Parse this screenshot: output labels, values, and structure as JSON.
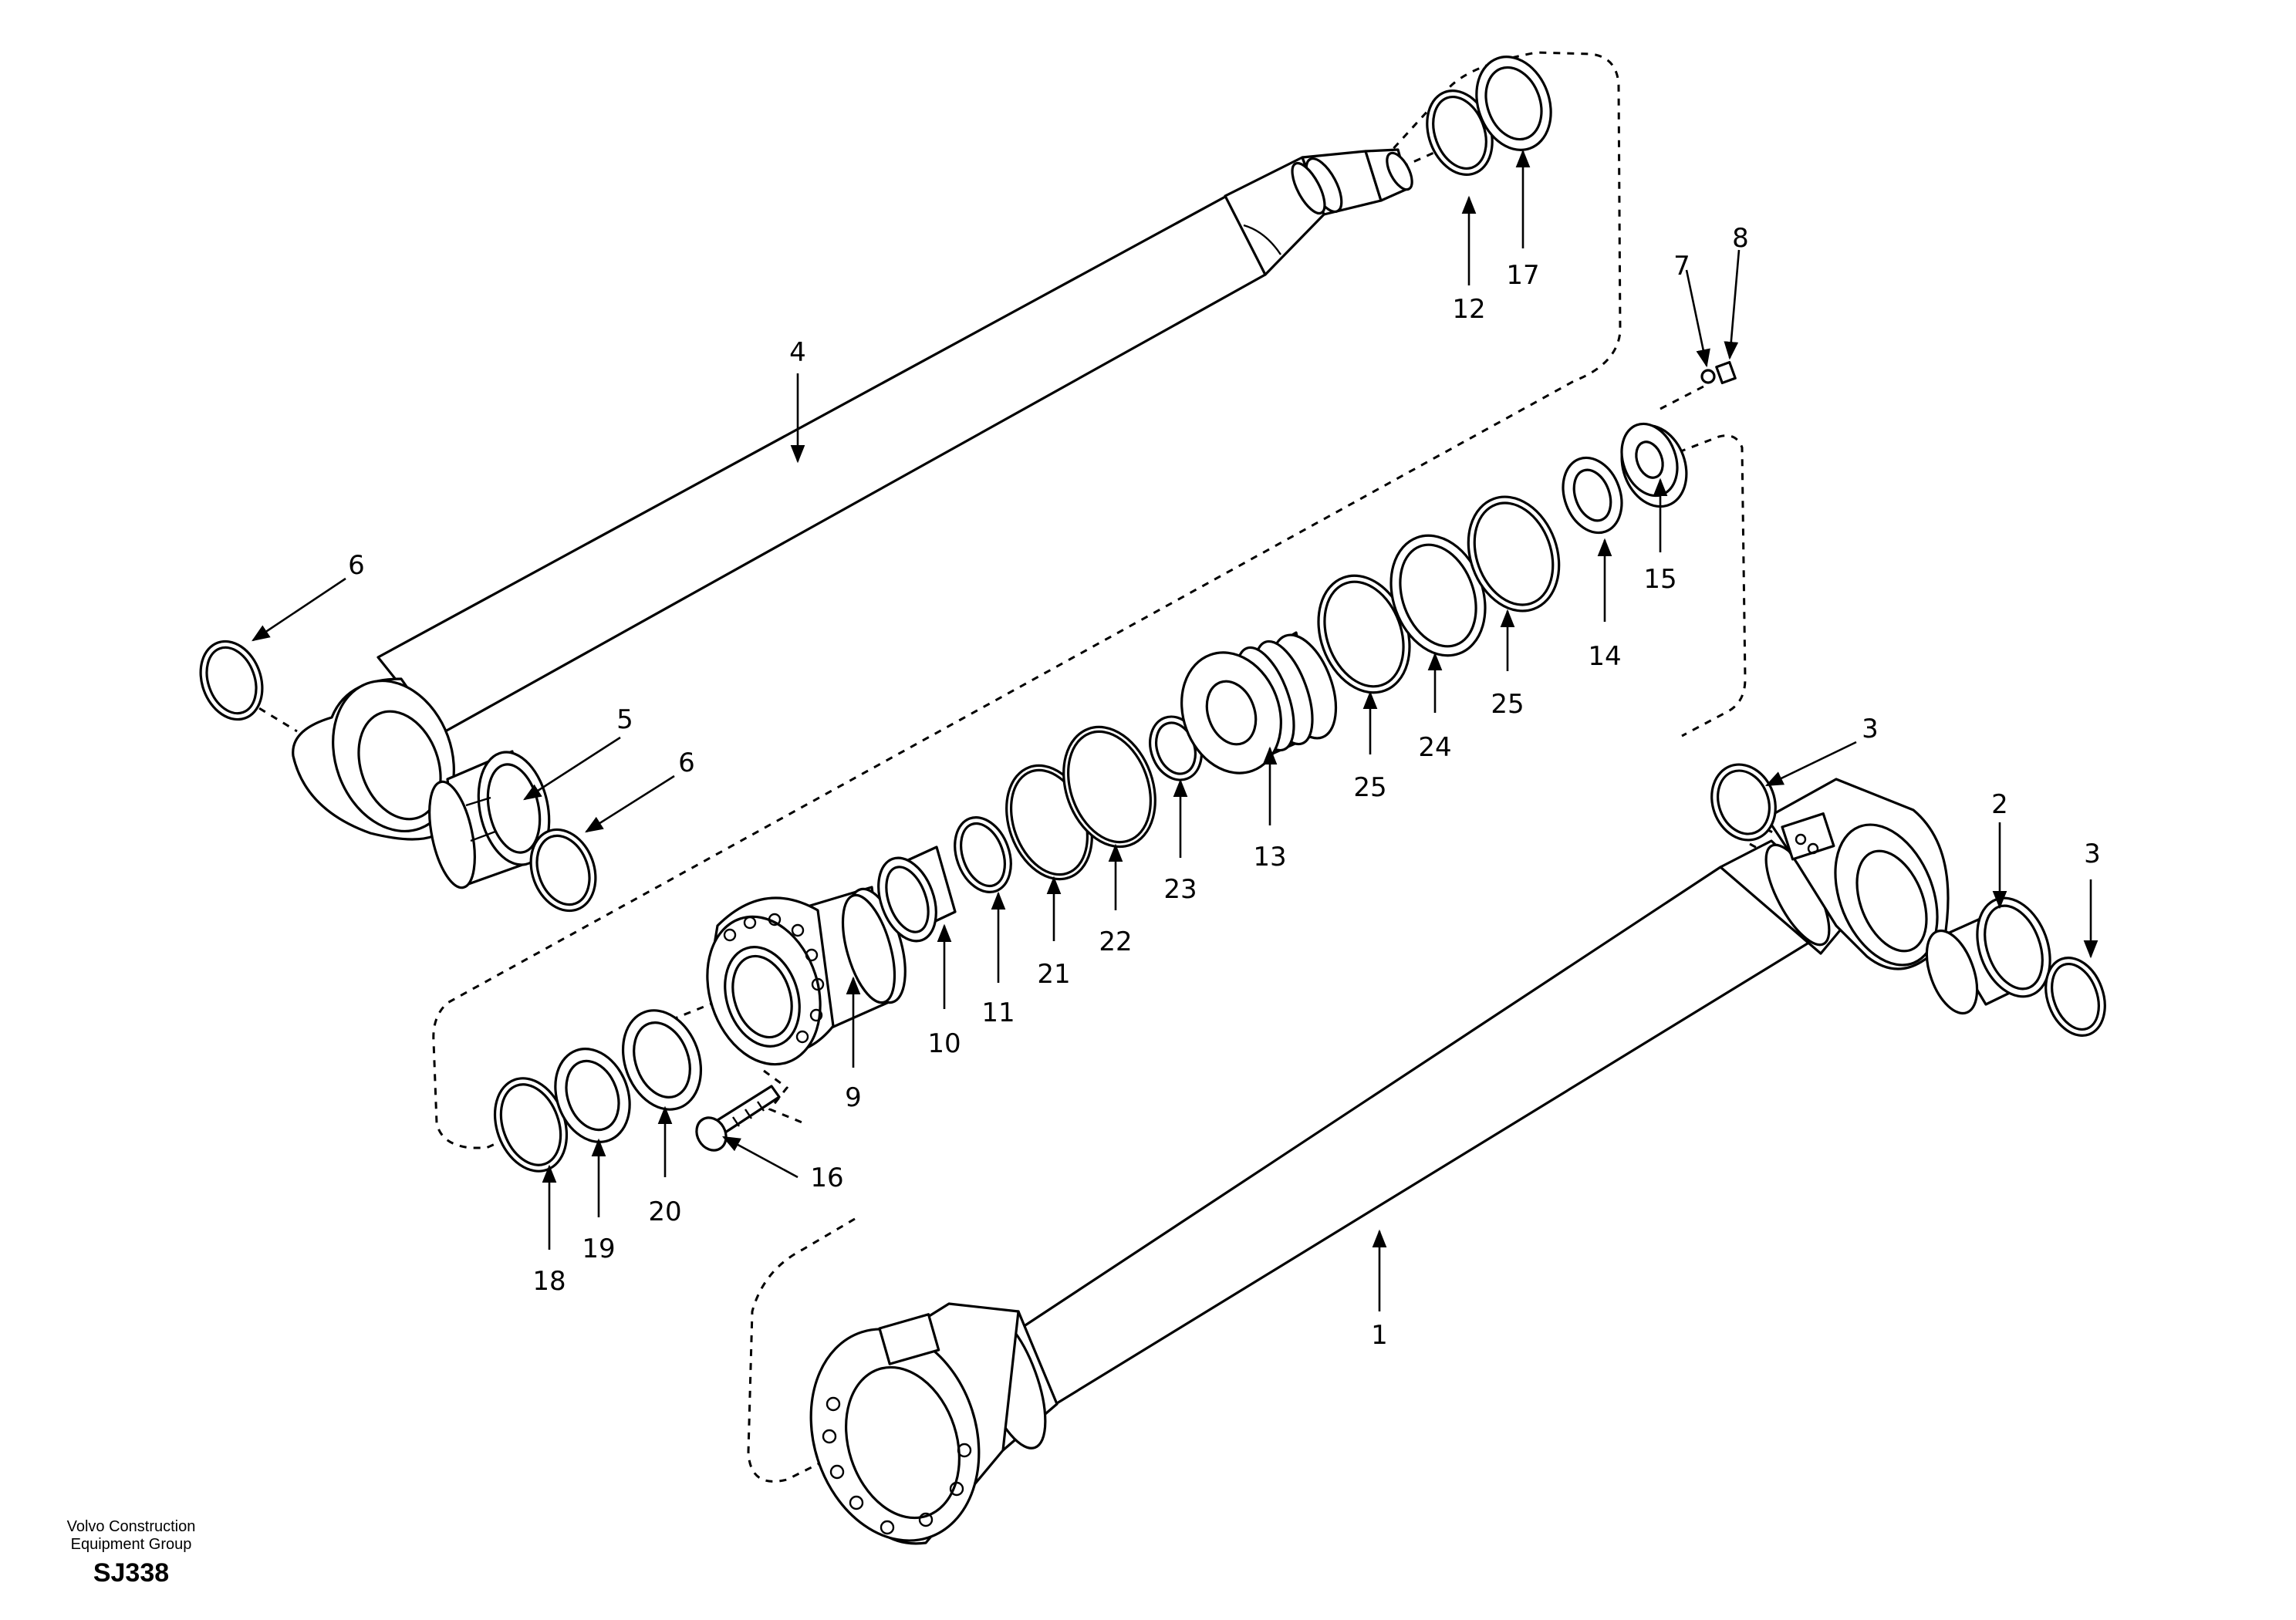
{
  "footer": {
    "org_line1": "Volvo Construction",
    "org_line2": "Equipment Group",
    "code": "SJ338"
  },
  "callouts": [
    {
      "id": "c1",
      "label": "1"
    },
    {
      "id": "c2",
      "label": "2"
    },
    {
      "id": "c3a",
      "label": "3"
    },
    {
      "id": "c3b",
      "label": "3"
    },
    {
      "id": "c4",
      "label": "4"
    },
    {
      "id": "c5",
      "label": "5"
    },
    {
      "id": "c6a",
      "label": "6"
    },
    {
      "id": "c6b",
      "label": "6"
    },
    {
      "id": "c7",
      "label": "7"
    },
    {
      "id": "c8",
      "label": "8"
    },
    {
      "id": "c9",
      "label": "9"
    },
    {
      "id": "c10",
      "label": "10"
    },
    {
      "id": "c11",
      "label": "11"
    },
    {
      "id": "c12",
      "label": "12"
    },
    {
      "id": "c13",
      "label": "13"
    },
    {
      "id": "c14",
      "label": "14"
    },
    {
      "id": "c15",
      "label": "15"
    },
    {
      "id": "c16",
      "label": "16"
    },
    {
      "id": "c17",
      "label": "17"
    },
    {
      "id": "c18",
      "label": "18"
    },
    {
      "id": "c19",
      "label": "19"
    },
    {
      "id": "c20",
      "label": "20"
    },
    {
      "id": "c21",
      "label": "21"
    },
    {
      "id": "c22",
      "label": "22"
    },
    {
      "id": "c23",
      "label": "23"
    },
    {
      "id": "c24",
      "label": "24"
    },
    {
      "id": "c25a",
      "label": "25"
    },
    {
      "id": "c25b",
      "label": "25"
    }
  ]
}
